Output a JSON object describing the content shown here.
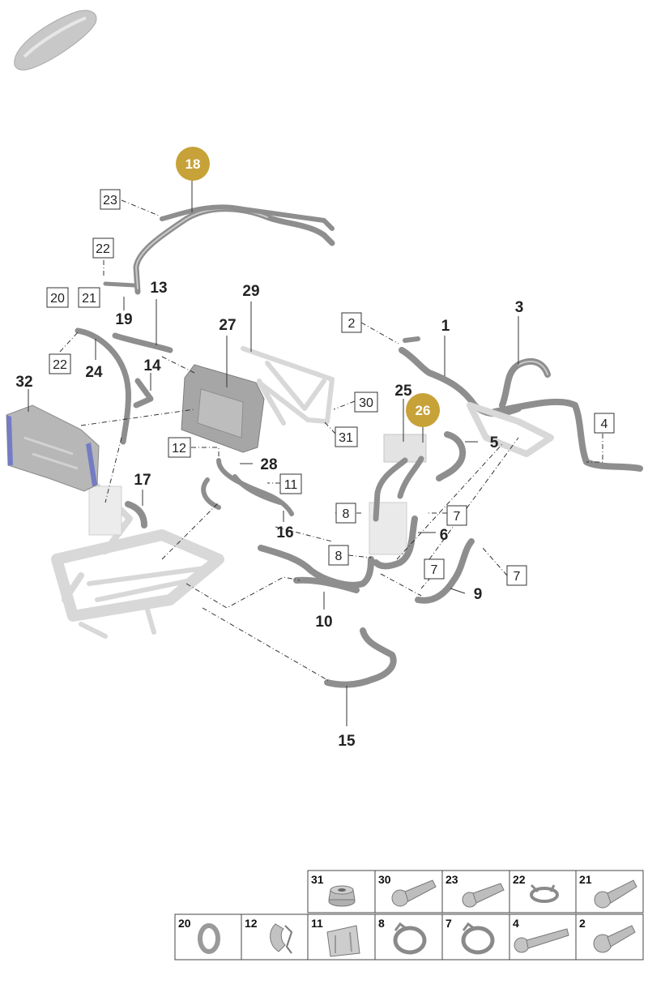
{
  "callouts": {
    "c1": "1",
    "c3": "3",
    "c5": "5",
    "c6": "6",
    "c9": "9",
    "c10": "10",
    "c13": "13",
    "c14": "14",
    "c15": "15",
    "c16": "16",
    "c17": "17",
    "c19": "19",
    "c24": "24",
    "c25": "25",
    "c27": "27",
    "c28": "28",
    "c29": "29",
    "c32": "32"
  },
  "boxed": {
    "b2": "2",
    "b4": "4",
    "b7a": "7",
    "b7b": "7",
    "b7c": "7",
    "b8a": "8",
    "b8b": "8",
    "b11": "11",
    "b12": "12",
    "b20": "20",
    "b21": "21",
    "b22a": "22",
    "b22b": "22",
    "b23": "23",
    "b30": "30",
    "b31": "31"
  },
  "medallions": {
    "m18": "18",
    "m26": "26"
  },
  "colors": {
    "medallion": "#c7a239",
    "hose": "#8e8e8e",
    "ghost": "#d8d8d8",
    "tank_tint": "#6a72c8"
  },
  "parts_table": {
    "row1": [
      "31",
      "30",
      "23",
      "22",
      "21"
    ],
    "row2": [
      "20",
      "12",
      "11",
      "8",
      "7",
      "4",
      "2"
    ]
  }
}
